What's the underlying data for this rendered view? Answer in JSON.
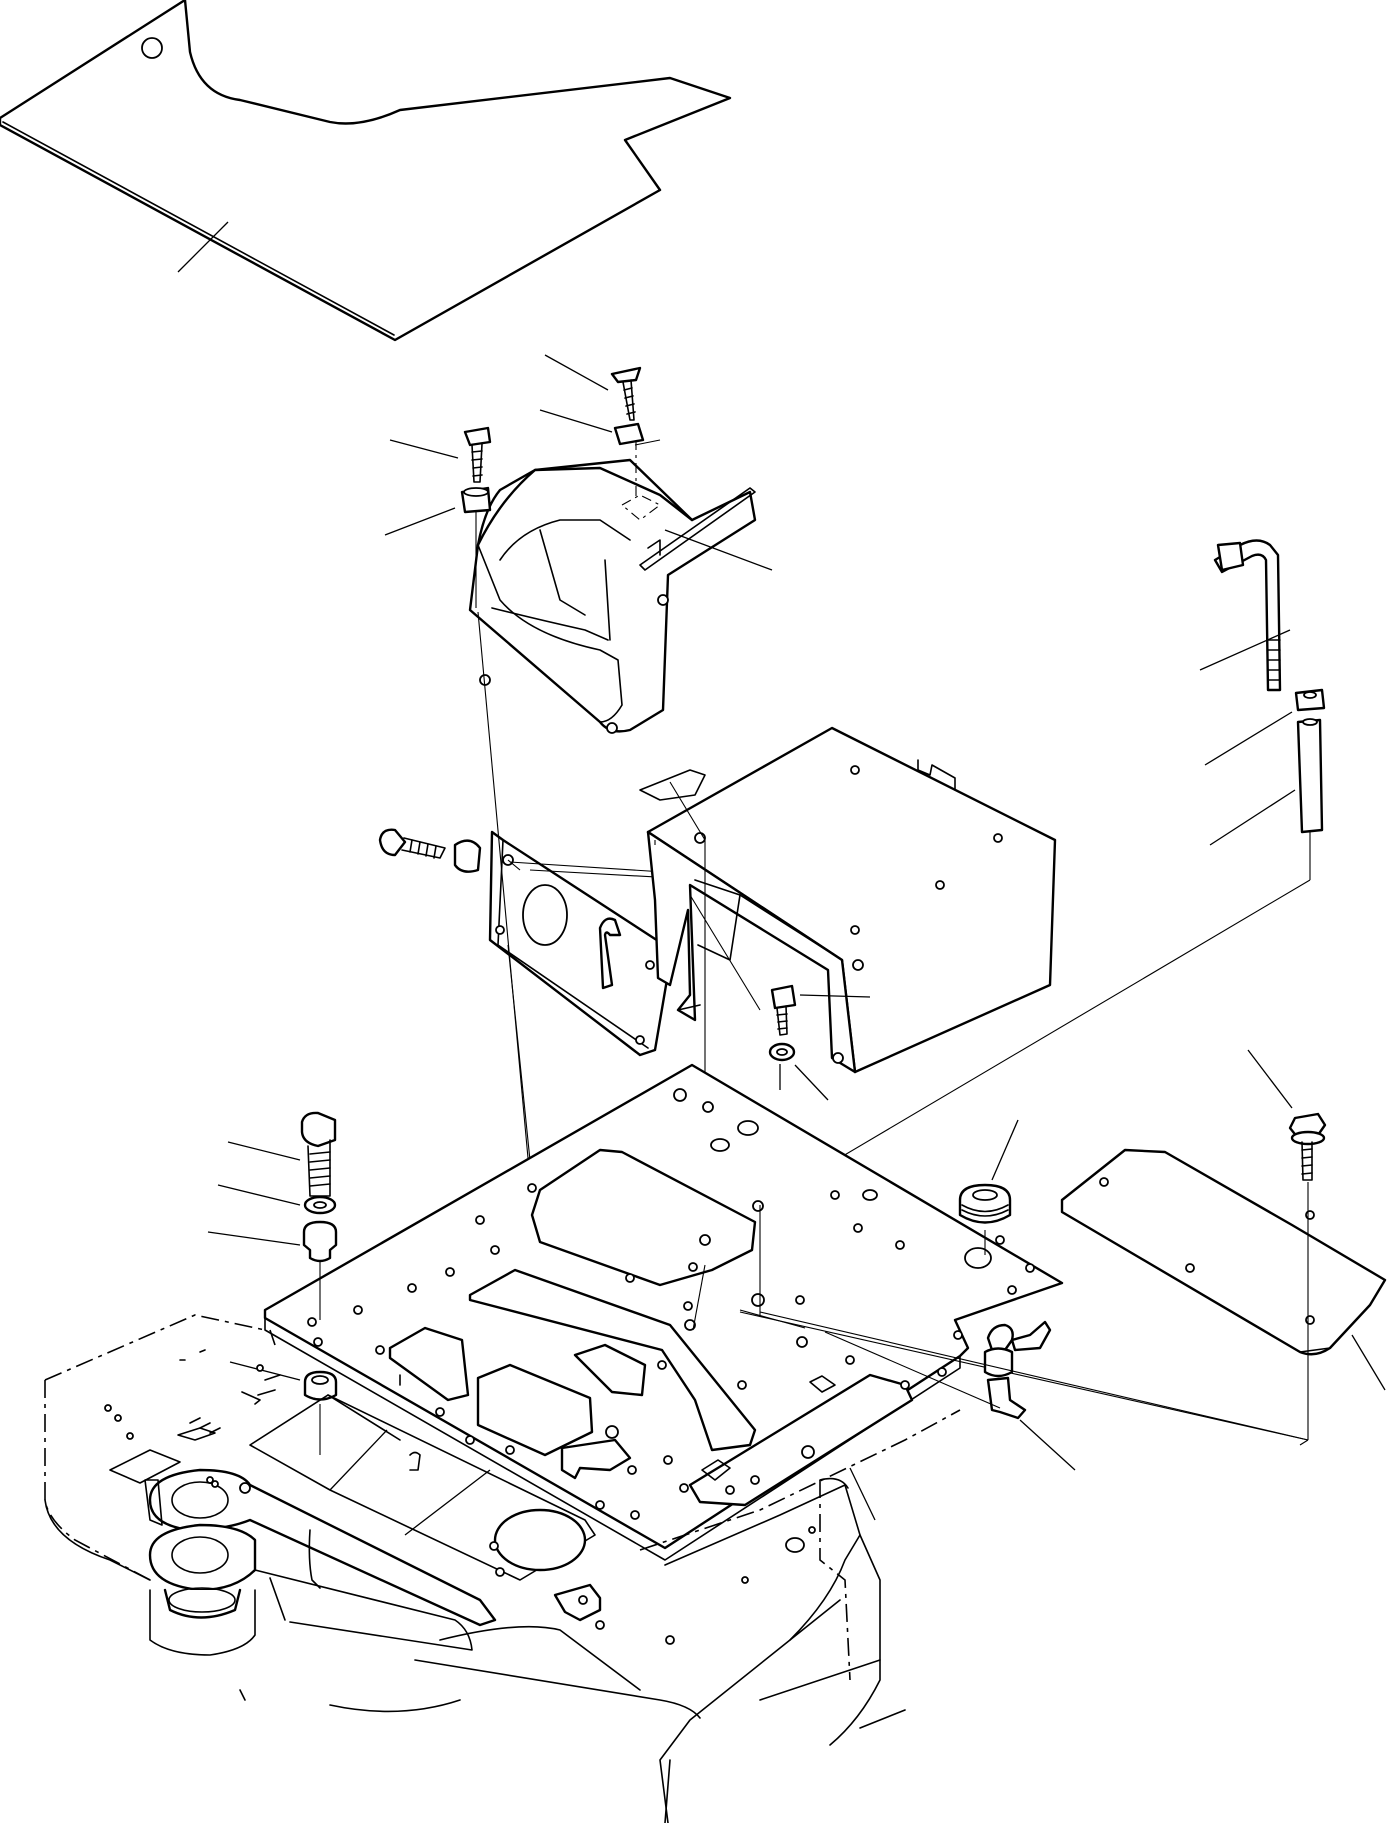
{
  "diagram": {
    "line_color": "#000000",
    "background_color": "#ffffff",
    "parts": [
      {
        "name": "floor-mat",
        "icon": "flat-mat-shape"
      },
      {
        "name": "upper-cover",
        "icon": "molded-cover-shape"
      },
      {
        "name": "control-box",
        "icon": "box-cover-shape"
      },
      {
        "name": "side-plate",
        "icon": "plate-with-hole-shape"
      },
      {
        "name": "floor-plate",
        "icon": "perforated-plate-shape"
      },
      {
        "name": "side-cover-plate",
        "icon": "flat-plate-shape"
      },
      {
        "name": "lever-rod",
        "icon": "bent-rod-shape"
      },
      {
        "name": "rubber-grommet",
        "icon": "grommet-shape"
      },
      {
        "name": "key-switch",
        "icon": "key-shape"
      },
      {
        "name": "machine-frame",
        "icon": "frame-outline-shape"
      },
      {
        "name": "fasteners",
        "icon": "bolt-washer-shape"
      }
    ]
  }
}
